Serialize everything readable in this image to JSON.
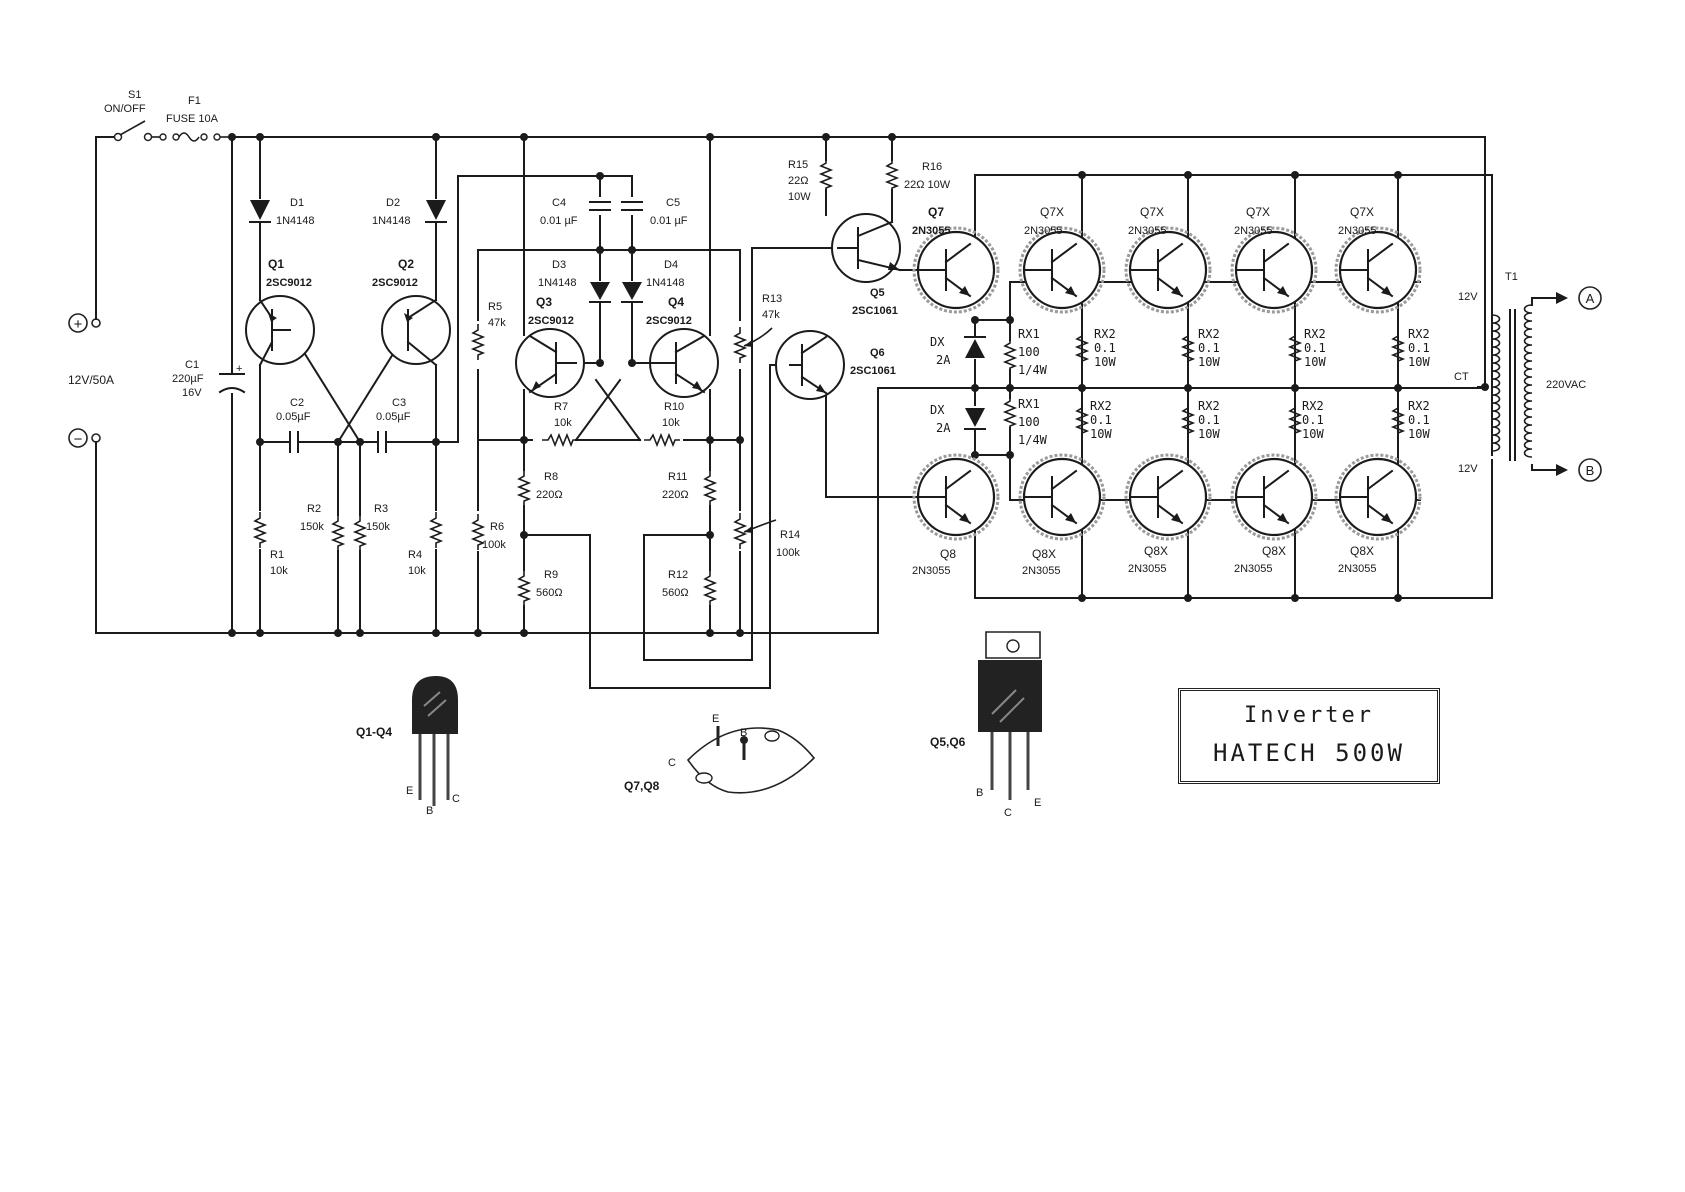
{
  "power": {
    "plus_symbol": "+",
    "minus_symbol": "−",
    "battery_label": "12V/50A"
  },
  "switch": {
    "ref": "S1",
    "text": "ON/OFF"
  },
  "fuse": {
    "ref": "F1",
    "text": "FUSE 10A"
  },
  "c1": {
    "ref": "C1",
    "value": "220µF",
    "voltage": "16V",
    "polarity": "+"
  },
  "d1": {
    "ref": "D1",
    "part": "1N4148"
  },
  "d2": {
    "ref": "D2",
    "part": "1N4148"
  },
  "q1": {
    "ref": "Q1",
    "part": "2SC9012"
  },
  "q2": {
    "ref": "Q2",
    "part": "2SC9012"
  },
  "c2": {
    "ref": "C2",
    "value": "0.05µF"
  },
  "c3": {
    "ref": "C3",
    "value": "0.05µF"
  },
  "r1": {
    "ref": "R1",
    "value": "10k"
  },
  "r2": {
    "ref": "R2",
    "value": "150k"
  },
  "r3": {
    "ref": "R3",
    "value": "150k"
  },
  "r4": {
    "ref": "R4",
    "value": "10k"
  },
  "c4": {
    "ref": "C4",
    "value": "0.01 µF"
  },
  "c5": {
    "ref": "C5",
    "value": "0.01 µF"
  },
  "d3": {
    "ref": "D3",
    "part": "1N4148"
  },
  "d4": {
    "ref": "D4",
    "part": "1N4148"
  },
  "q3": {
    "ref": "Q3",
    "part": "2SC9012"
  },
  "q4": {
    "ref": "Q4",
    "part": "2SC9012"
  },
  "r5": {
    "ref": "R5",
    "value": "47k"
  },
  "r6": {
    "ref": "R6",
    "value": "100k"
  },
  "r7": {
    "ref": "R7",
    "value": "10k"
  },
  "r8": {
    "ref": "R8",
    "value": "220Ω"
  },
  "r9": {
    "ref": "R9",
    "value": "560Ω"
  },
  "r10": {
    "ref": "R10",
    "value": "10k"
  },
  "r11": {
    "ref": "R11",
    "value": "220Ω"
  },
  "r12": {
    "ref": "R12",
    "value": "560Ω"
  },
  "r13": {
    "ref": "R13",
    "value": "47k"
  },
  "r14": {
    "ref": "R14",
    "value": "100k"
  },
  "r15": {
    "ref": "R15",
    "value": "22Ω",
    "power": "10W"
  },
  "r16": {
    "ref": "R16",
    "value": "22Ω 10W"
  },
  "q5": {
    "ref": "Q5",
    "part": "2SC1061"
  },
  "q6": {
    "ref": "Q6",
    "part": "2SC1061"
  },
  "q7": {
    "ref": "Q7",
    "part": "2N3055"
  },
  "q8": {
    "ref": "Q8",
    "part": "2N3055"
  },
  "q7x": {
    "ref": "Q7X",
    "part": "2N3055"
  },
  "q8x": {
    "ref": "Q8X",
    "part": "2N3055"
  },
  "dx": {
    "ref": "DX",
    "rating": "2A"
  },
  "rx1": {
    "ref": "RX1",
    "value": "100",
    "power": "1/4W"
  },
  "rx2": {
    "ref": "RX2",
    "value": "0.1",
    "power": "10W"
  },
  "t1": {
    "ref": "T1",
    "primary_top": "12V",
    "primary_bottom": "12V",
    "center_tap": "CT",
    "secondary": "220VAC",
    "out_a": "A",
    "out_b": "B"
  },
  "packages": {
    "to92_label": "Q1-Q4",
    "to92_pins": [
      "E",
      "B",
      "C"
    ],
    "to3_label": "Q7,Q8",
    "to3_pins": [
      "E",
      "B",
      "C"
    ],
    "to220_label": "Q5,Q6",
    "to220_pins": [
      "B",
      "C",
      "E"
    ]
  },
  "title": {
    "line1": "Inverter",
    "line2": "HATECH 500W"
  }
}
